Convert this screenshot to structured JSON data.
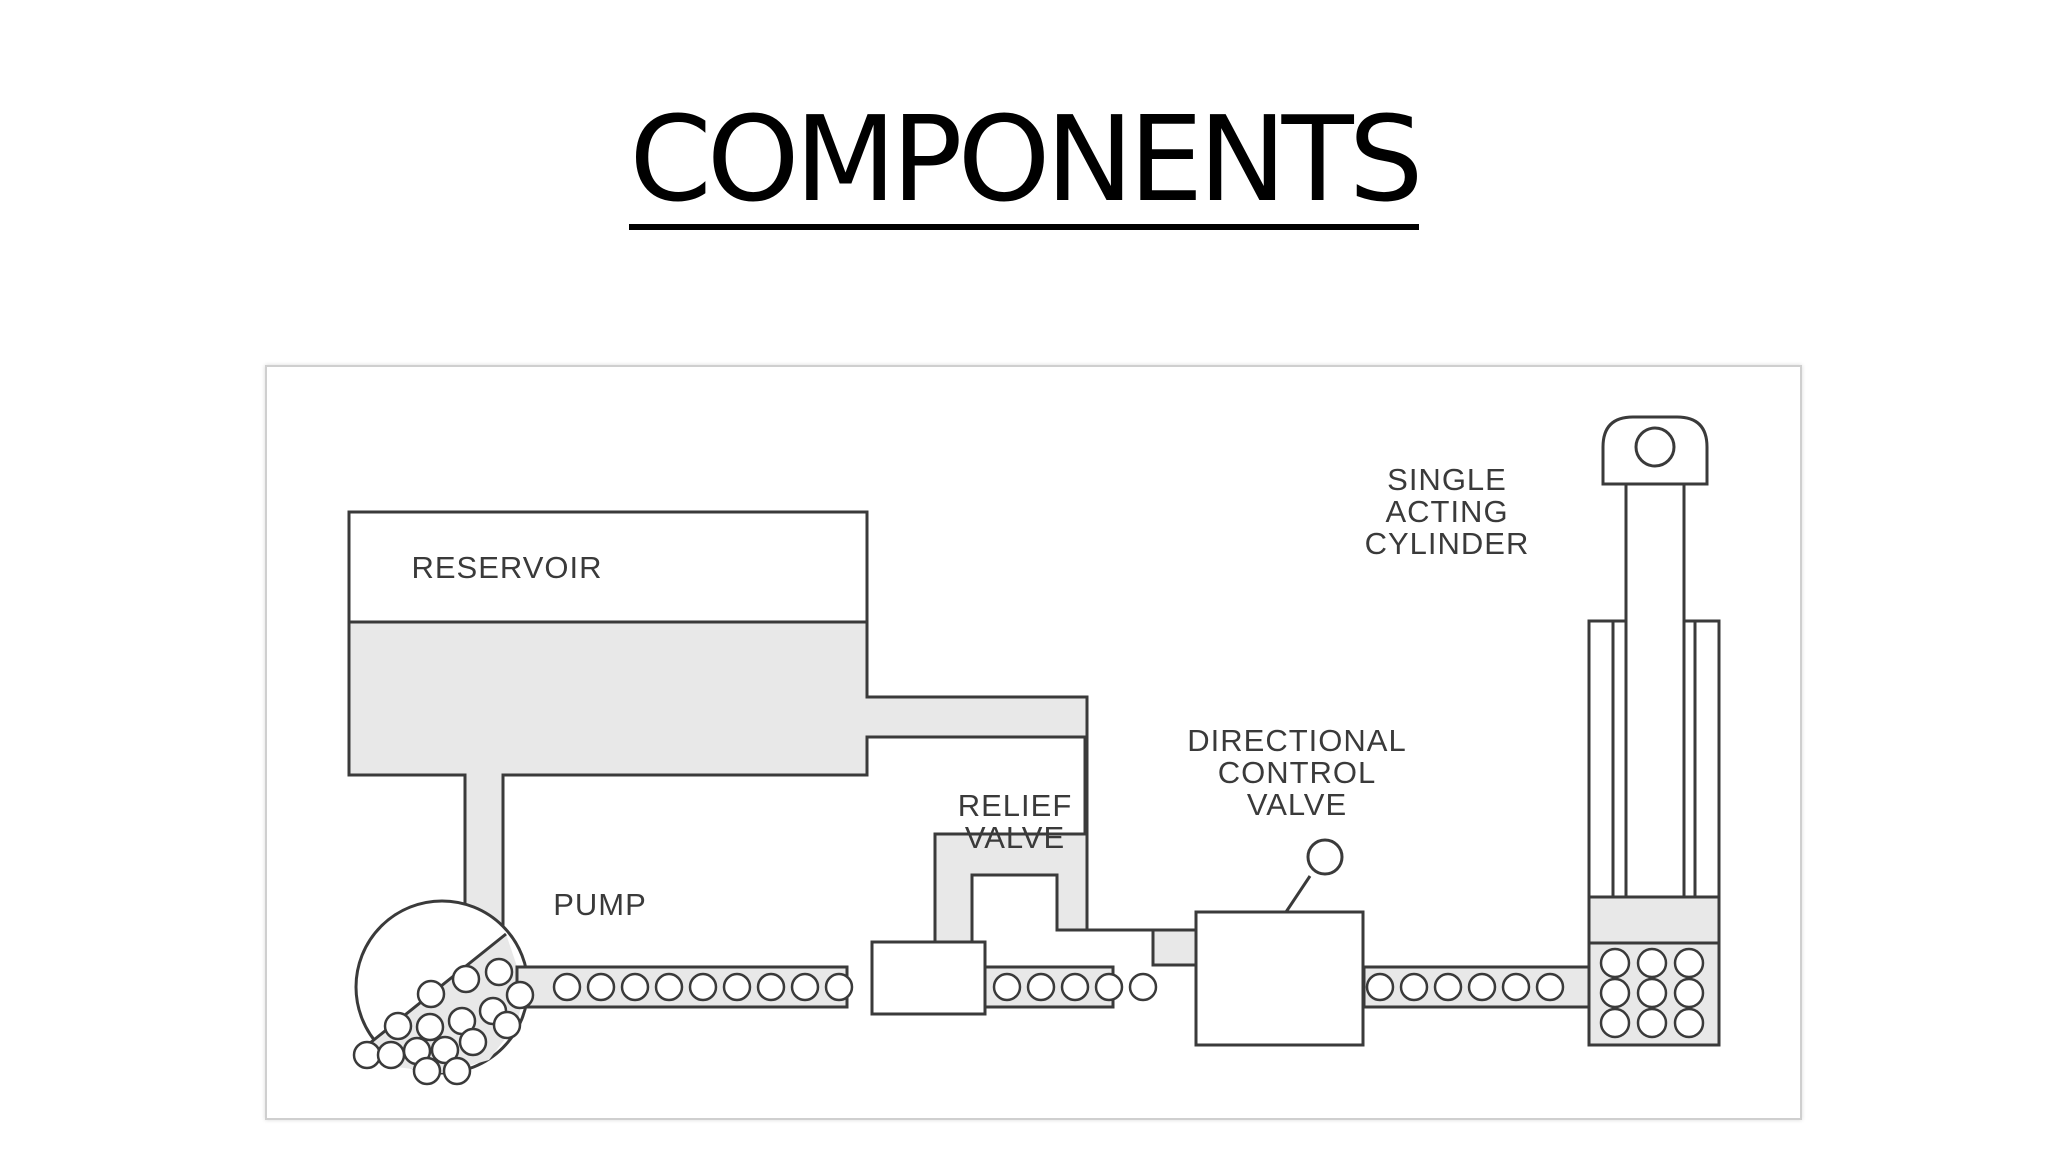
{
  "slide": {
    "title": "COMPONENTS"
  },
  "diagram": {
    "labels": {
      "reservoir": "RESERVOIR",
      "pump": "PUMP",
      "relief_valve": [
        "RELIEF",
        "VALVE"
      ],
      "directional_control_valve": [
        "DIRECTIONAL",
        "CONTROL",
        "VALVE"
      ],
      "single_acting_cylinder": [
        "SINGLE",
        "ACTING",
        "CYLINDER"
      ]
    },
    "colors": {
      "fluid": "#e8e8e8",
      "stroke": "#3a3a3a",
      "background": "#ffffff"
    }
  }
}
